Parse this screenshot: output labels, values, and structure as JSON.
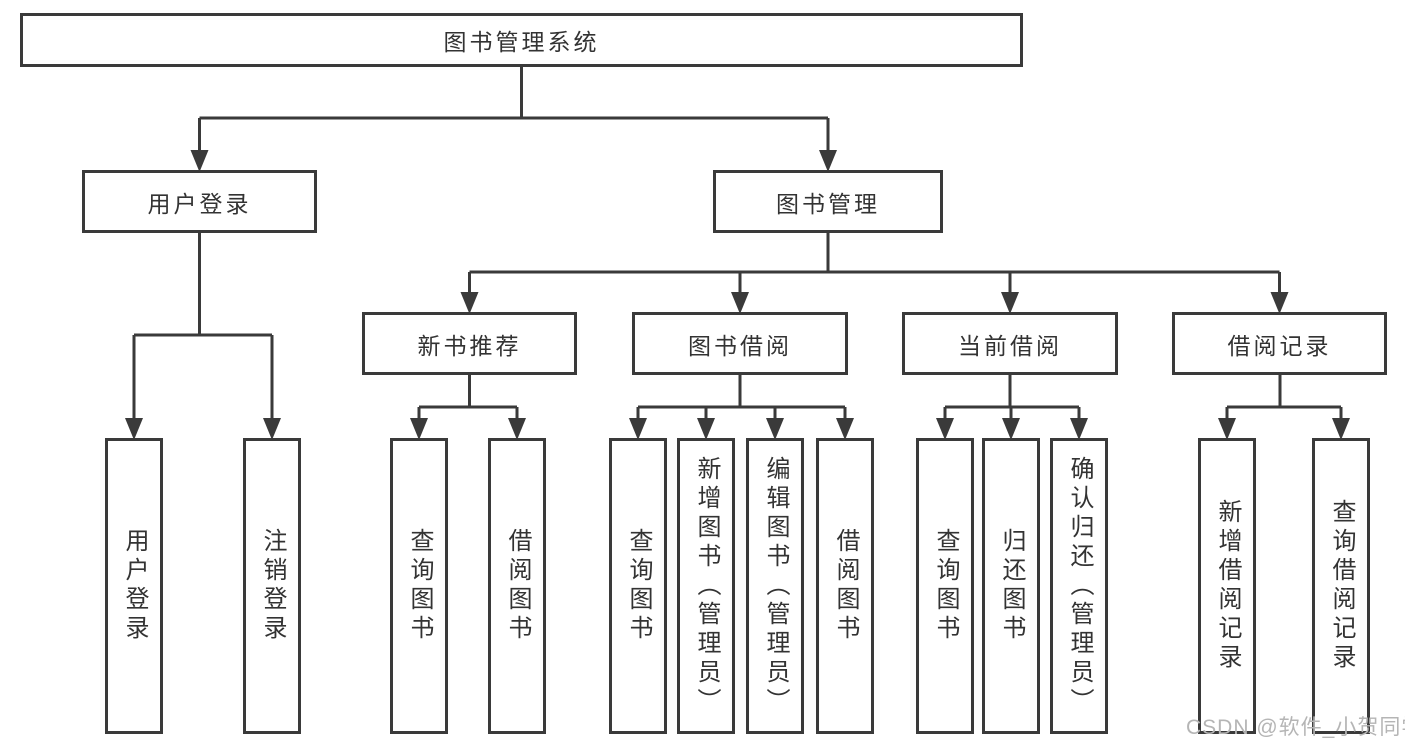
{
  "diagram": {
    "root": {
      "label": "图书管理系统"
    },
    "level2": [
      {
        "label": "用户登录"
      },
      {
        "label": "图书管理"
      }
    ],
    "level3": [
      {
        "label": "新书推荐",
        "parent": "图书管理"
      },
      {
        "label": "图书借阅",
        "parent": "图书管理"
      },
      {
        "label": "当前借阅",
        "parent": "图书管理"
      },
      {
        "label": "借阅记录",
        "parent": "图书管理"
      }
    ],
    "leaves": [
      {
        "label": "用户登录",
        "parent": "用户登录"
      },
      {
        "label": "注销登录",
        "parent": "用户登录"
      },
      {
        "label": "查询图书",
        "parent": "新书推荐"
      },
      {
        "label": "借阅图书",
        "parent": "新书推荐"
      },
      {
        "label": "查询图书",
        "parent": "图书借阅"
      },
      {
        "label": "新增图书（管理员）",
        "parent": "图书借阅"
      },
      {
        "label": "编辑图书（管理员）",
        "parent": "图书借阅"
      },
      {
        "label": "借阅图书",
        "parent": "图书借阅"
      },
      {
        "label": "查询图书",
        "parent": "当前借阅"
      },
      {
        "label": "归还图书",
        "parent": "当前借阅"
      },
      {
        "label": "确认归还（管理员）",
        "parent": "当前借阅"
      },
      {
        "label": "新增借阅记录",
        "parent": "借阅记录"
      },
      {
        "label": "查询借阅记录",
        "parent": "借阅记录"
      }
    ],
    "watermark": "CSDN @软件_小贺同学",
    "colors": {
      "line": "#3a3a3a",
      "text": "#333333",
      "watermark": "#b5b5b5",
      "background": "#ffffff"
    }
  }
}
